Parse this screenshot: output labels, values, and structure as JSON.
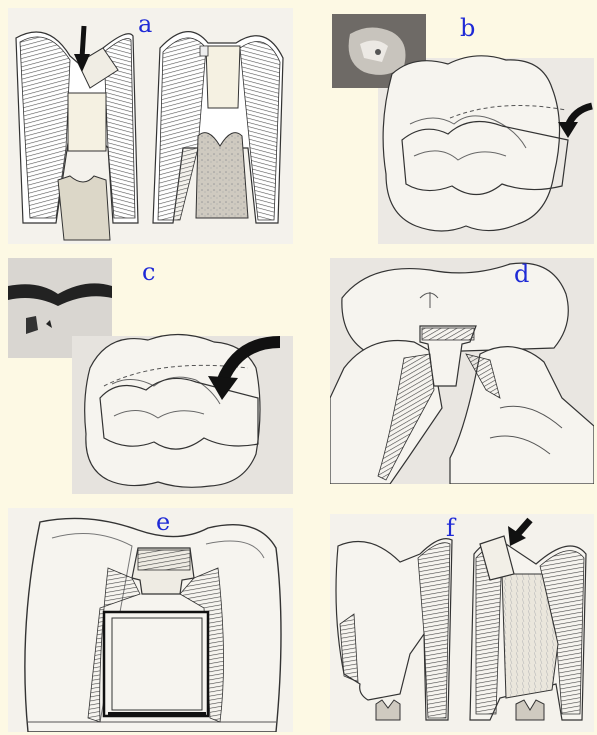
{
  "figure": {
    "background": "#fdf9e4",
    "label_color": "#1f2ad6",
    "panels": [
      {
        "id": "a",
        "label": "a"
      },
      {
        "id": "b",
        "label": "b"
      },
      {
        "id": "c",
        "label": "c"
      },
      {
        "id": "d",
        "label": "d"
      },
      {
        "id": "e",
        "label": "e"
      },
      {
        "id": "f",
        "label": "f"
      }
    ]
  }
}
